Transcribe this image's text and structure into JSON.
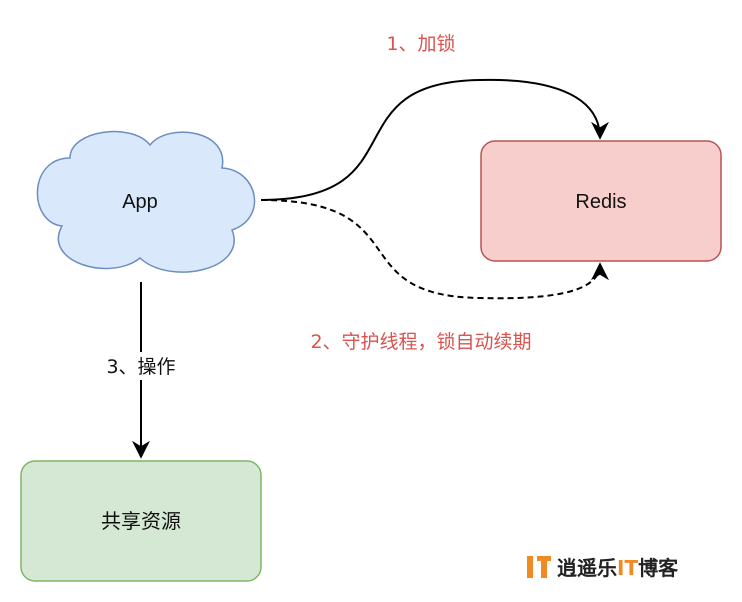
{
  "nodes": {
    "app": {
      "label": "App",
      "fill": "#dae8fc",
      "stroke": "#6c8ebf"
    },
    "redis": {
      "label": "Redis",
      "fill": "#f8cecc",
      "stroke": "#b85450"
    },
    "shared": {
      "label": "共享资源",
      "fill": "#d5e8d4",
      "stroke": "#82b366"
    }
  },
  "edges": {
    "lock": {
      "label": "1、加锁",
      "color": "#d9534f",
      "style": "solid"
    },
    "renew": {
      "label": "2、守护线程，锁自动续期",
      "color": "#d9534f",
      "style": "dashed"
    },
    "operate": {
      "label": "3、操作",
      "color": "#111111",
      "style": "solid"
    }
  },
  "watermark": {
    "label": "逍遥乐IT博客",
    "prefix": "逍遥乐",
    "accent": "IT",
    "suffix": "博客",
    "icon": "it-logo-icon",
    "dark": "#222222",
    "orange": "#f08a24"
  }
}
